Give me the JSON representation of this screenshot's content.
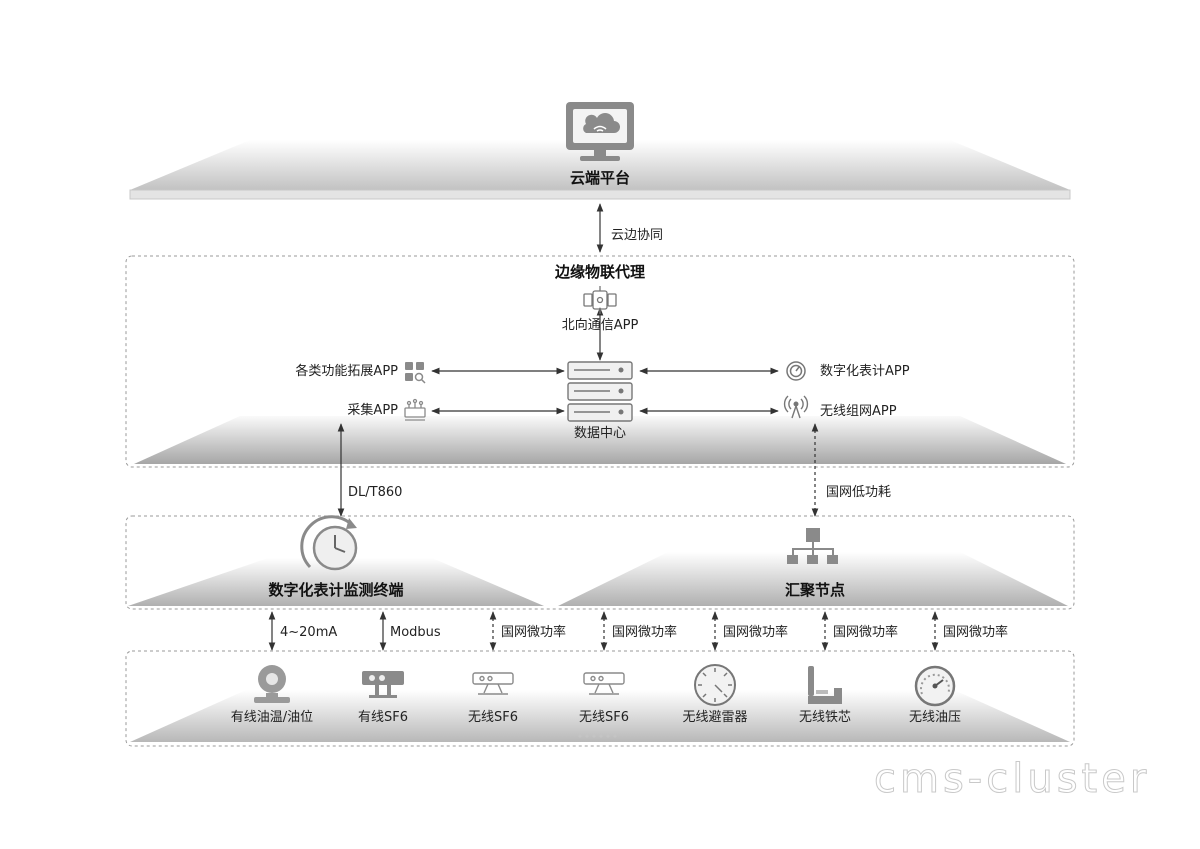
{
  "cloud": {
    "title": "云端平台",
    "link_label": "云边协同"
  },
  "edge": {
    "title": "边缘物联代理",
    "north_app": "北向通信APP",
    "data_center": "数据中心",
    "left_apps": [
      "各类功能拓展APP",
      "采集APP"
    ],
    "right_apps": [
      "数字化表计APP",
      "无线组网APP"
    ]
  },
  "links": {
    "dlt": "DL/T860",
    "low_power": "国网低功耗",
    "bottom": [
      "4~20mA",
      "Modbus",
      "国网微功率",
      "国网微功率",
      "国网微功率",
      "国网微功率",
      "国网微功率"
    ]
  },
  "middle": {
    "terminal": "数字化表计监测终端",
    "node": "汇聚节点"
  },
  "devices": [
    "有线油温/油位",
    "有线SF6",
    "无线SF6",
    "无线SF6",
    "无线避雷器",
    "无线铁芯",
    "无线油压"
  ],
  "watermark": "cms-cluster"
}
